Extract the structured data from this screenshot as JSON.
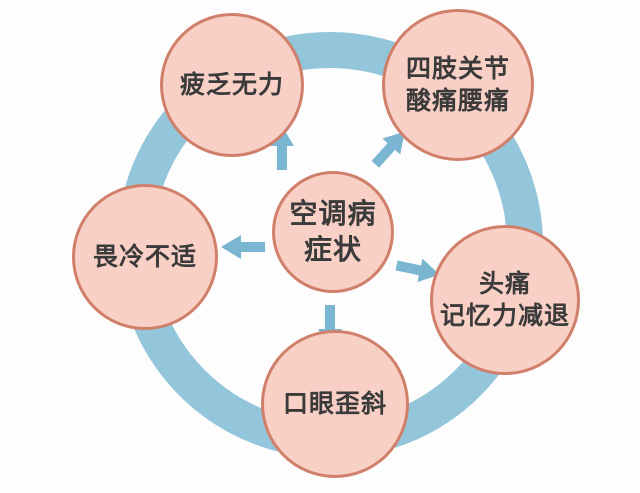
{
  "diagram": {
    "title": "空调病症状",
    "center": {
      "lines": [
        "空调病",
        "症状"
      ]
    },
    "nodes": [
      {
        "id": "fatigue",
        "lines": [
          "疲乏无力"
        ]
      },
      {
        "id": "joint-pain",
        "lines": [
          "四肢关节",
          "酸痛腰痛"
        ]
      },
      {
        "id": "cold-aversion",
        "lines": [
          "畏冷不适"
        ]
      },
      {
        "id": "headache",
        "lines": [
          "头痛",
          "记忆力减退"
        ]
      },
      {
        "id": "facial-droop",
        "lines": [
          "口眼歪斜"
        ]
      }
    ],
    "colors": {
      "ring": "#94c6db",
      "arrow": "#7ab5d2",
      "node_fill": "#f9d0c6",
      "node_border": "#d0806a",
      "text": "#3a3a3a",
      "background": "#fdfdfd"
    }
  }
}
